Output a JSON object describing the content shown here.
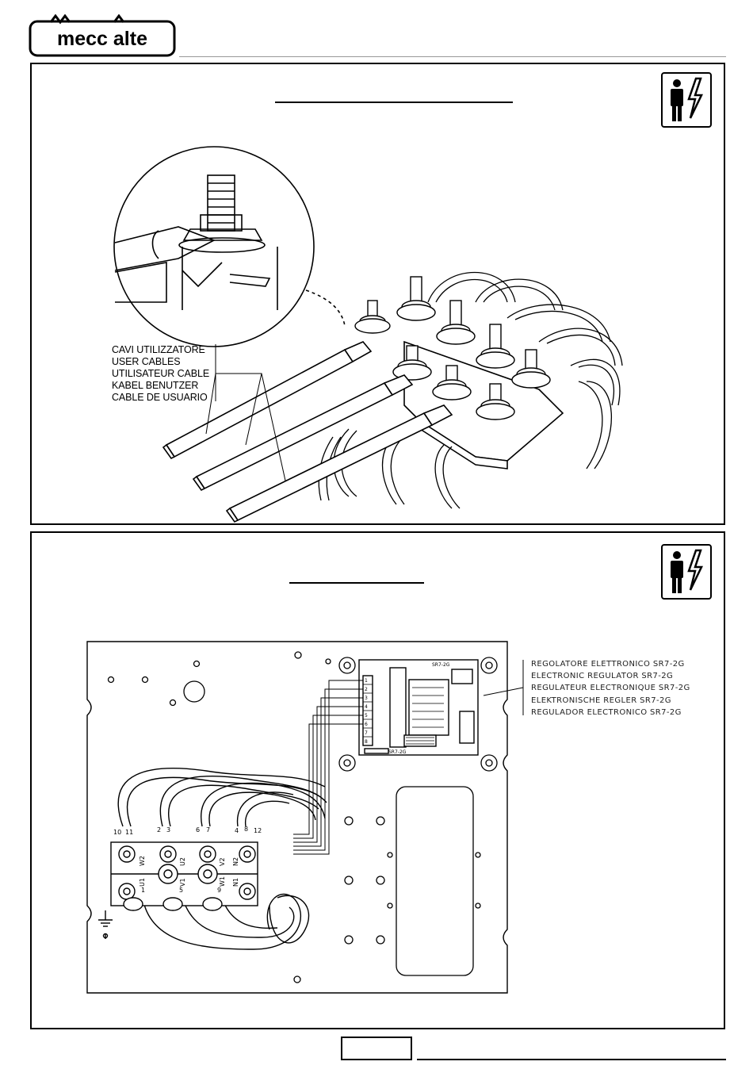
{
  "header": {
    "logo_text": "mecc alte"
  },
  "figure1": {
    "cable_labels": [
      "CAVI UTILIZZATORE",
      "USER CABLES",
      "UTILISATEUR CABLE",
      "KABEL BENUTZER",
      "CABLE DE USUARIO"
    ]
  },
  "figure2": {
    "regulator_labels": [
      "REGOLATORE ELETTRONICO SR7-2G",
      "ELECTRONIC REGULATOR SR7-2G",
      "REGULATEUR ELECTRONIQUE SR7-2G",
      "ELEKTRONISCHE REGLER SR7-2G",
      "REGULADOR ELECTRONICO SR7-2G"
    ],
    "terminal_top_numbers": [
      "10",
      "11",
      "2",
      "3",
      "6",
      "7",
      "4",
      "8",
      "12"
    ],
    "terminal_bottom_numbers": [
      "1",
      "5",
      "9"
    ],
    "terminal_letters": [
      "W2",
      "U2",
      "V2",
      "N2",
      "U1",
      "V1",
      "W1",
      "N1"
    ],
    "regulator_board_top": "SR7-2G",
    "regulator_board_bottom": "SR7-2G",
    "regulator_terminals": [
      "1",
      "2",
      "3",
      "4",
      "5",
      "6",
      "7",
      "8"
    ]
  },
  "icons": {
    "safety_badge": "person-high-voltage-icon"
  }
}
